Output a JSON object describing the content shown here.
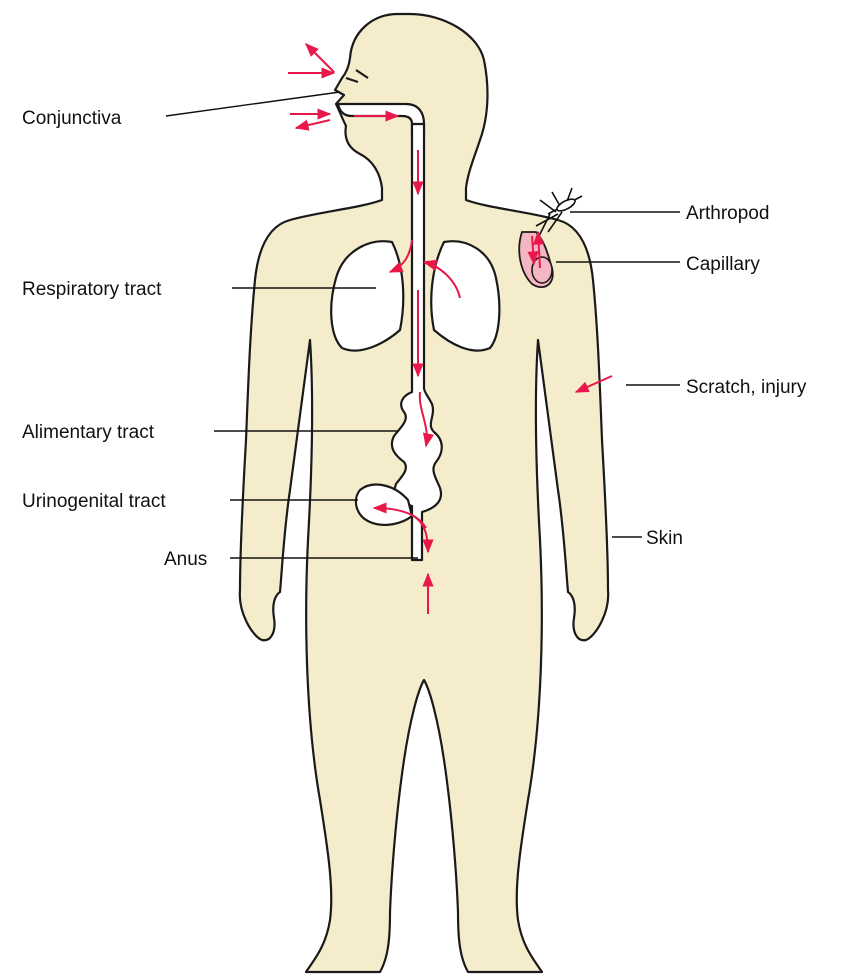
{
  "labels": {
    "conjunctiva": "Conjunctiva",
    "respiratory": "Respiratory tract",
    "alimentary": "Alimentary tract",
    "urinogenital": "Urinogenital tract",
    "anus": "Anus",
    "arthropod": "Arthropod",
    "capillary": "Capillary",
    "scratch": "Scratch, injury",
    "skin": "Skin"
  },
  "colors": {
    "body": "#f5eccb",
    "outline": "#1a1a1a",
    "arrow": "#e8194a",
    "capillary": "#f4b6c2"
  }
}
